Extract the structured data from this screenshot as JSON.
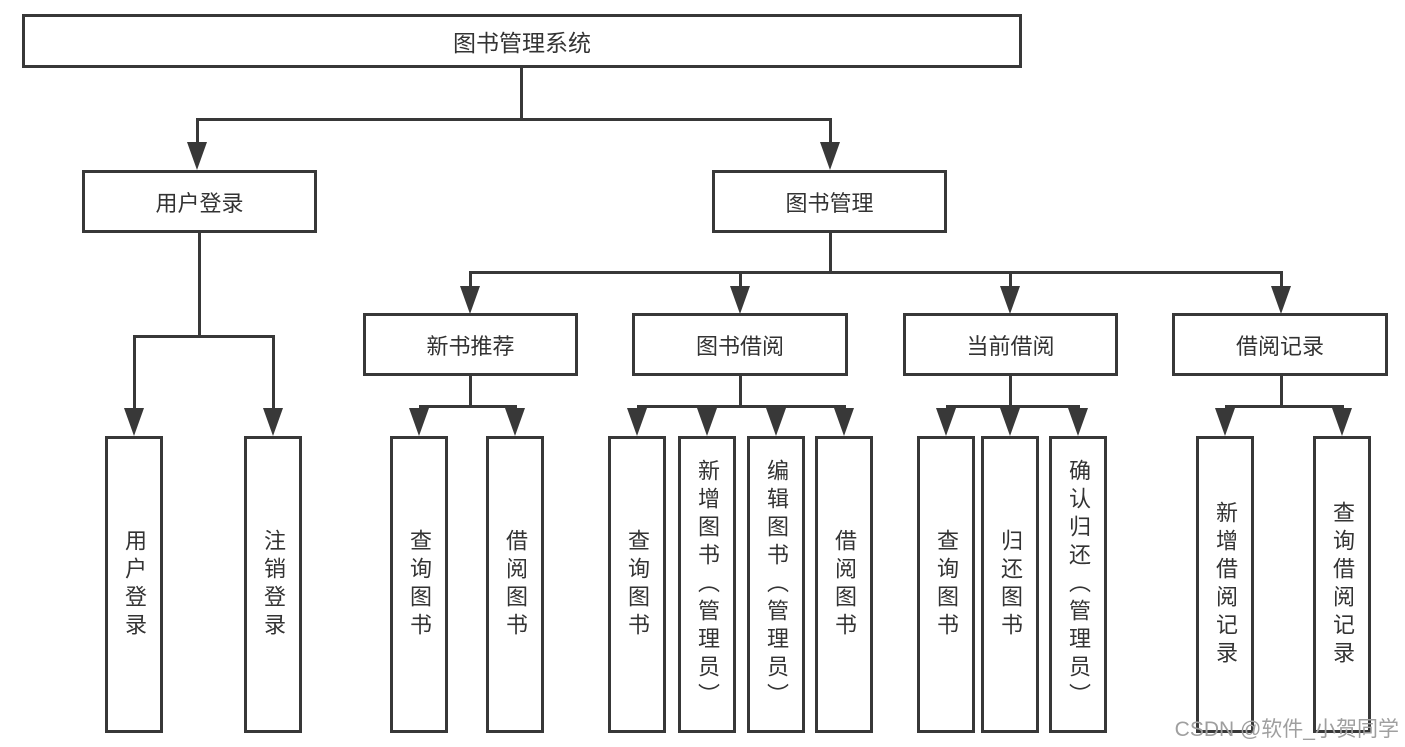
{
  "colors": {
    "line": "#383838",
    "text": "#333333",
    "watermark": "#9f9f9f",
    "background": "#ffffff"
  },
  "root": {
    "label": "图书管理系统"
  },
  "level2": [
    {
      "label": "用户登录"
    },
    {
      "label": "图书管理"
    }
  ],
  "level3": [
    {
      "label": "新书推荐"
    },
    {
      "label": "图书借阅"
    },
    {
      "label": "当前借阅"
    },
    {
      "label": "借阅记录"
    }
  ],
  "leaves": [
    {
      "label": "用户登录"
    },
    {
      "label": "注销登录"
    },
    {
      "label": "查询图书"
    },
    {
      "label": "借阅图书"
    },
    {
      "label": "查询图书"
    },
    {
      "label": "新增图书（管理员）"
    },
    {
      "label": "编辑图书（管理员）"
    },
    {
      "label": "借阅图书"
    },
    {
      "label": "查询图书"
    },
    {
      "label": "归还图书"
    },
    {
      "label": "确认归还（管理员）"
    },
    {
      "label": "新增借阅记录"
    },
    {
      "label": "查询借阅记录"
    }
  ],
  "watermark": {
    "text": "CSDN @软件_小贺同学"
  }
}
